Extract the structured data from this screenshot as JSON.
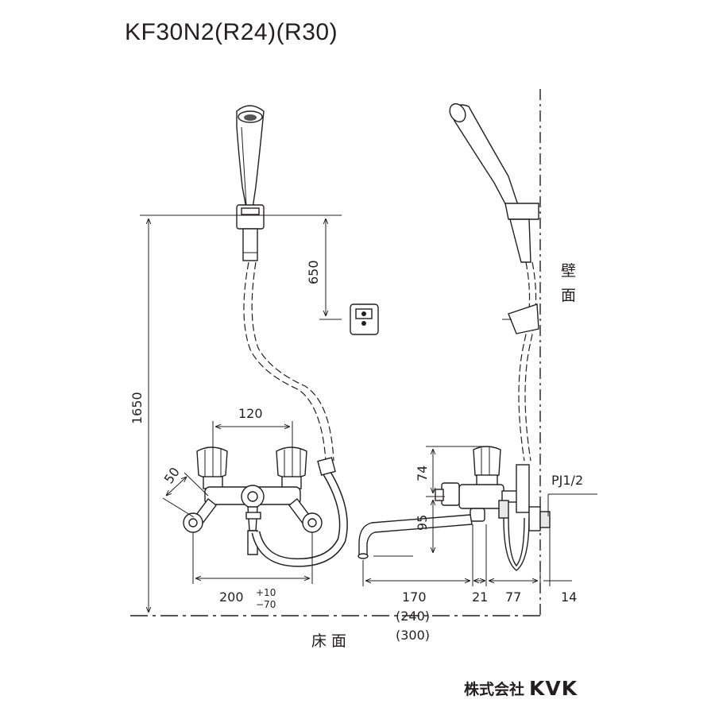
{
  "title": "KF30N2(R24)(R30)",
  "dimensions": {
    "shower_hook_height": "650",
    "total_height": "1650",
    "handle_spacing": "120",
    "arm_angle_length": "50",
    "mount_spacing": "200",
    "mount_tol_plus": "+10",
    "mount_tol_minus": "−70",
    "handle_height": "74",
    "spout_height": "95",
    "spout_length": "170",
    "spout_length_alt1": "(240)",
    "spout_length_alt2": "(300)",
    "body_offset": "21",
    "wall_offset": "77",
    "wall_thickness": "14",
    "pipe_thread": "PJ1/2"
  },
  "labels": {
    "wall": [
      "壁",
      "面"
    ],
    "floor": "床 面"
  },
  "brand": {
    "company": "株式会社",
    "logo": "KVK"
  }
}
